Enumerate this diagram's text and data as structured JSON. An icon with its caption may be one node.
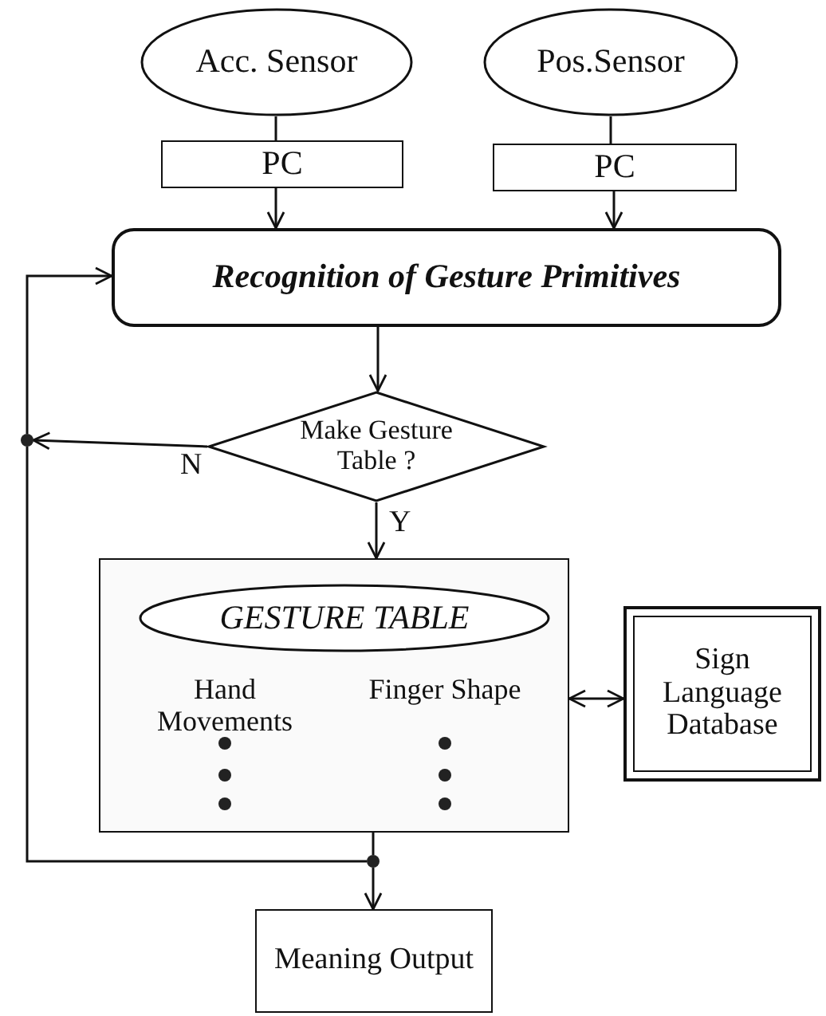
{
  "diagram": {
    "nodes": [
      {
        "text": [
          "Acc. Sensor"
        ]
      },
      {
        "text": [
          "Pos.Sensor"
        ]
      },
      {
        "text": [
          "PC"
        ]
      },
      {
        "text": [
          "PC"
        ]
      },
      {
        "text": [
          "Recognition of Gesture Primitives"
        ]
      },
      {
        "text": [
          "Make Gesture Table ?"
        ]
      },
      {
        "text": [
          "Hand Movements",
          "Finger Shape"
        ]
      },
      {
        "text": [
          "GESTURE TABLE"
        ],
        "in": 6
      },
      {
        "text": [
          "Sign Language Database"
        ]
      },
      {
        "text": [
          "Meaning Output"
        ]
      },
      {
        "text": [],
        "shape": "circle"
      },
      {
        "text": [],
        "shape": "circle"
      }
    ],
    "edges": [
      {
        "from": 0,
        "to": 2,
        "arrow": "none"
      },
      {
        "from": 1,
        "to": 3,
        "arrow": "none"
      },
      {
        "from": 2,
        "to": 4,
        "arrow": "to"
      },
      {
        "from": 3,
        "to": 4,
        "arrow": "to"
      },
      {
        "from": 4,
        "to": 5,
        "arrow": "to"
      },
      {
        "from": 5,
        "to": 10,
        "label": "N",
        "arrow": "to"
      },
      {
        "from": 5,
        "to": 6,
        "label": "Y",
        "arrow": "to"
      },
      {
        "from": 6,
        "to": 8,
        "arrow": "both"
      },
      {
        "from": 6,
        "to": 11,
        "arrow": "none"
      },
      {
        "from": 11,
        "to": 9,
        "arrow": "to"
      },
      {
        "from": 11,
        "to": 10,
        "arrow": "none"
      },
      {
        "from": 10,
        "to": 4,
        "arrow": "to"
      }
    ]
  }
}
